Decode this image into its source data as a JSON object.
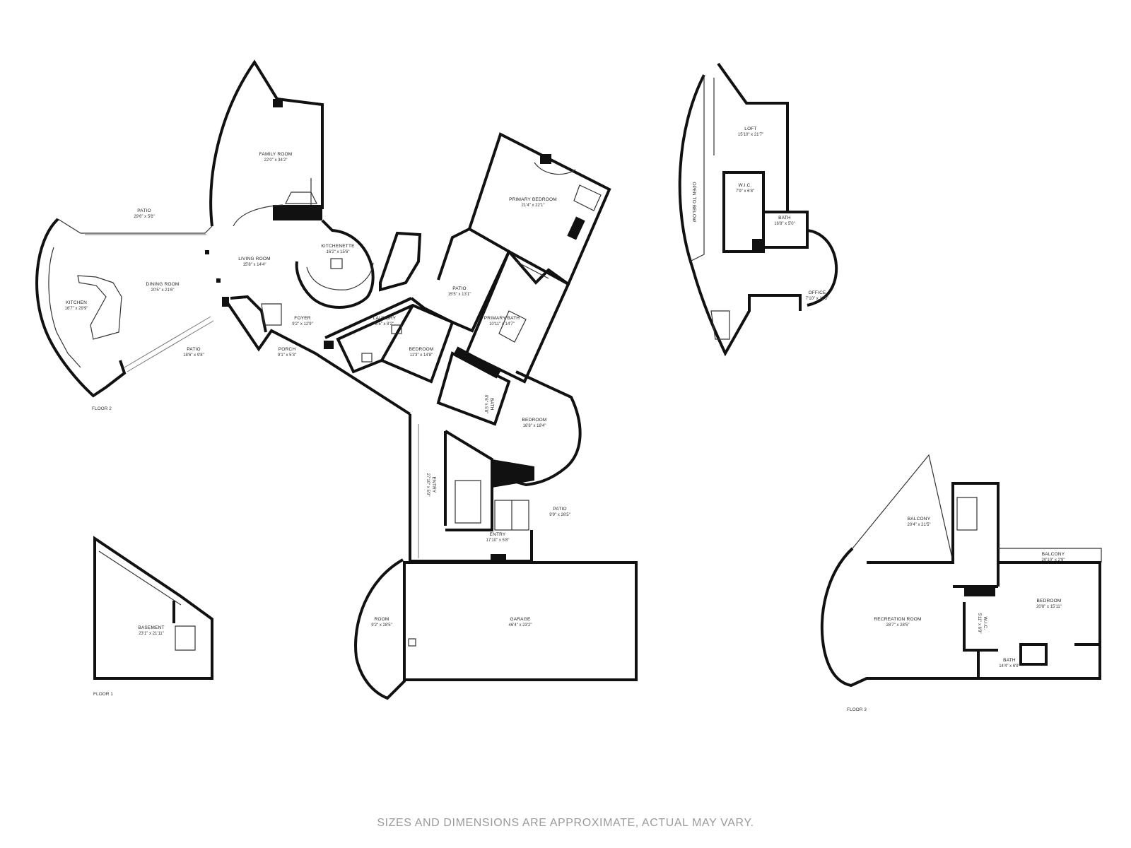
{
  "floors": [
    {
      "key": "floor1",
      "label": "FLOOR 1"
    },
    {
      "key": "floor2",
      "label": "FLOOR 2"
    },
    {
      "key": "floor3",
      "label": "FLOOR 3"
    }
  ],
  "rooms": [
    {
      "key": "family-room",
      "name": "FAMILY ROOM",
      "dim": "22'0\" x 34'2\""
    },
    {
      "key": "patio-north",
      "name": "PATIO",
      "dim": "29'6\" x 5'8\""
    },
    {
      "key": "living-room",
      "name": "LIVING ROOM",
      "dim": "15'8\" x 14'4\""
    },
    {
      "key": "kitchenette",
      "name": "KITCHENETTE",
      "dim": "16'2\" x 15'6\""
    },
    {
      "key": "dining-room",
      "name": "DINING ROOM",
      "dim": "20'5\" x 21'6\""
    },
    {
      "key": "kitchen",
      "name": "KITCHEN",
      "dim": "16'7\" x 29'9\""
    },
    {
      "key": "patio-south",
      "name": "PATIO",
      "dim": "18'6\" x 9'8\""
    },
    {
      "key": "foyer",
      "name": "FOYER",
      "dim": "9'2\" x 12'9\""
    },
    {
      "key": "porch",
      "name": "PORCH",
      "dim": "9'1\" x 5'3\""
    },
    {
      "key": "primary-bedroom",
      "name": "PRIMARY BEDROOM",
      "dim": "21'4\" x 22'1\""
    },
    {
      "key": "patio-center",
      "name": "PATIO",
      "dim": "15'5\" x 13'1\""
    },
    {
      "key": "laundry",
      "name": "LAUNDRY",
      "dim": "8'5\" x 8'2\""
    },
    {
      "key": "primary-bath",
      "name": "PRIMARY BATH",
      "dim": "10'11\" x 14'7\""
    },
    {
      "key": "bedroom-a",
      "name": "BEDROOM",
      "dim": "11'3\" x 14'8\""
    },
    {
      "key": "bath-a",
      "name": "BATH",
      "dim": "9'6\" x 5'8\""
    },
    {
      "key": "bedroom-b",
      "name": "BEDROOM",
      "dim": "16'8\" x 18'4\""
    },
    {
      "key": "entry-hall",
      "name": "ENTRY",
      "dim": "27'10\" x 5'9\""
    },
    {
      "key": "patio-east",
      "name": "PATIO",
      "dim": "9'9\" x 26'5\""
    },
    {
      "key": "entry",
      "name": "ENTRY",
      "dim": "17'10\" x 5'8\""
    },
    {
      "key": "room",
      "name": "ROOM",
      "dim": "9'2\" x 28'5\""
    },
    {
      "key": "garage",
      "name": "GARAGE",
      "dim": "46'4\" x 23'2\""
    },
    {
      "key": "basement",
      "name": "BASEMENT",
      "dim": "23'1\" x 21'11\""
    },
    {
      "key": "loft",
      "name": "LOFT",
      "dim": "15'10\" x 21'7\""
    },
    {
      "key": "wic-upper",
      "name": "W.I.C.",
      "dim": "7'9\" x 6'8\""
    },
    {
      "key": "bath-upper",
      "name": "BATH",
      "dim": "16'8\" x 5'0\""
    },
    {
      "key": "office",
      "name": "OFFICE",
      "dim": "7'10\" x 11'5\""
    },
    {
      "key": "balcony-large",
      "name": "BALCONY",
      "dim": "20'4\" x 21'5\""
    },
    {
      "key": "balcony-small",
      "name": "BALCONY",
      "dim": "20'10\" x 2'9\""
    },
    {
      "key": "recreation-room",
      "name": "RECREATION ROOM",
      "dim": "28'7\" x 28'5\""
    },
    {
      "key": "bedroom-c",
      "name": "BEDROOM",
      "dim": "20'8\" x 15'11\""
    },
    {
      "key": "wic-lower",
      "name": "W.I.C.",
      "dim": "5'11\" x 6'9\""
    },
    {
      "key": "bath-lower",
      "name": "BATH",
      "dim": "14'4\" x 6'9\""
    }
  ],
  "open_to_below": "OPEN TO BELOW",
  "disclaimer": "SIZES AND DIMENSIONS ARE APPROXIMATE, ACTUAL MAY VARY.",
  "colors": {
    "wall": "#111111",
    "text": "#222222",
    "disclaimer": "#9a9a9a"
  }
}
